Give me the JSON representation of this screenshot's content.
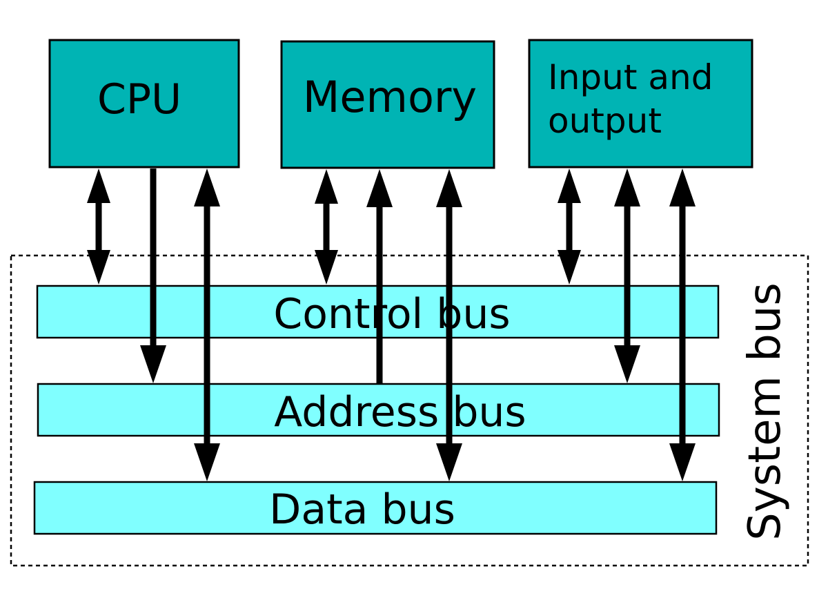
{
  "components": {
    "cpu": {
      "label": "CPU"
    },
    "memory": {
      "label": "Memory"
    },
    "io": {
      "label_line1": "Input and",
      "label_line2": "output"
    }
  },
  "buses": {
    "control": {
      "label": "Control bus"
    },
    "address": {
      "label": "Address bus"
    },
    "data": {
      "label": "Data bus"
    }
  },
  "system_bus": {
    "label": "System bus"
  },
  "colors": {
    "component_fill": "#00b4b4",
    "bus_fill": "#80ffff",
    "arrow": "#000000",
    "outline": "#000000"
  }
}
